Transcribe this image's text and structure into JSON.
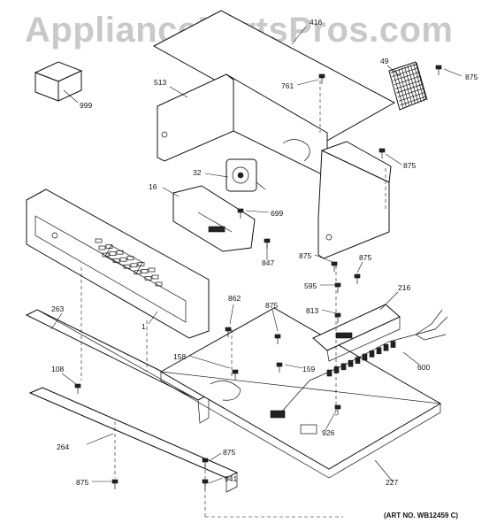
{
  "watermark": "AppliancePartsPros.com",
  "art_number": "(ART NO. WB12459 C)",
  "parts": {
    "p1": "1",
    "p16": "16",
    "p32": "32",
    "p49": "49",
    "p108": "108",
    "p158": "158",
    "p159": "159",
    "p216": "216",
    "p227": "227",
    "p263": "263",
    "p264": "264",
    "p416": "416",
    "p513": "513",
    "p595": "595",
    "p600": "600",
    "p699": "699",
    "p761": "761",
    "p813": "813",
    "p847": "847",
    "p862": "862",
    "p875": "875",
    "p926": "926",
    "p941": "941",
    "p999": "999"
  }
}
